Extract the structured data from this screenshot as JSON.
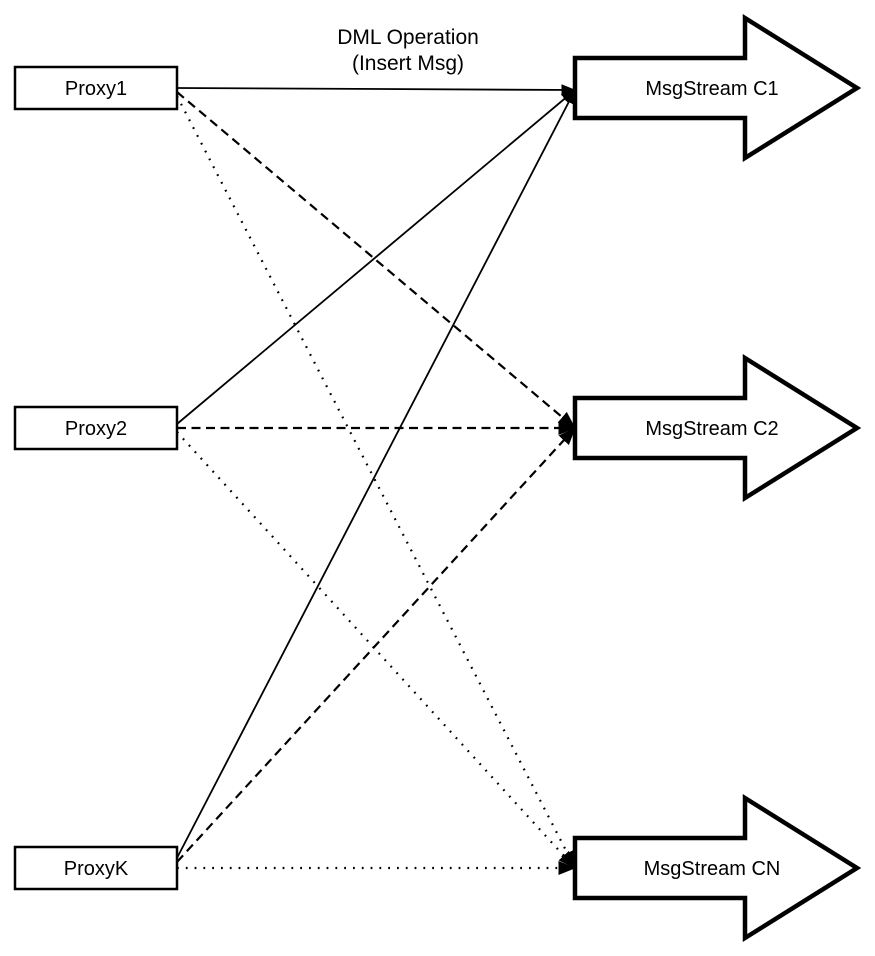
{
  "diagram": {
    "title_label": {
      "line1": "DML Operation",
      "line2": "(Insert Msg)"
    },
    "colors": {
      "background": "#ffffff",
      "ink": "#000000"
    },
    "proxies": [
      {
        "id": "proxy1",
        "label": "Proxy1"
      },
      {
        "id": "proxy2",
        "label": "Proxy2"
      },
      {
        "id": "proxyk",
        "label": "ProxyK"
      }
    ],
    "streams": [
      {
        "id": "c1",
        "label": "MsgStream C1",
        "incoming_line_style": "solid"
      },
      {
        "id": "c2",
        "label": "MsgStream C2",
        "incoming_line_style": "dashed"
      },
      {
        "id": "cn",
        "label": "MsgStream CN",
        "incoming_line_style": "dotted"
      }
    ],
    "edges": [
      {
        "from": "Proxy1",
        "to": "MsgStream C1",
        "style": "solid",
        "arrowhead": true
      },
      {
        "from": "Proxy2",
        "to": "MsgStream C1",
        "style": "solid",
        "arrowhead": true
      },
      {
        "from": "ProxyK",
        "to": "MsgStream C1",
        "style": "solid",
        "arrowhead": true
      },
      {
        "from": "Proxy1",
        "to": "MsgStream C2",
        "style": "dashed",
        "arrowhead": true
      },
      {
        "from": "Proxy2",
        "to": "MsgStream C2",
        "style": "dashed",
        "arrowhead": true
      },
      {
        "from": "ProxyK",
        "to": "MsgStream C2",
        "style": "dashed",
        "arrowhead": true
      },
      {
        "from": "Proxy1",
        "to": "MsgStream CN",
        "style": "dotted",
        "arrowhead": true
      },
      {
        "from": "Proxy2",
        "to": "MsgStream CN",
        "style": "dotted",
        "arrowhead": true
      },
      {
        "from": "ProxyK",
        "to": "MsgStream CN",
        "style": "dotted",
        "arrowhead": true
      }
    ]
  }
}
